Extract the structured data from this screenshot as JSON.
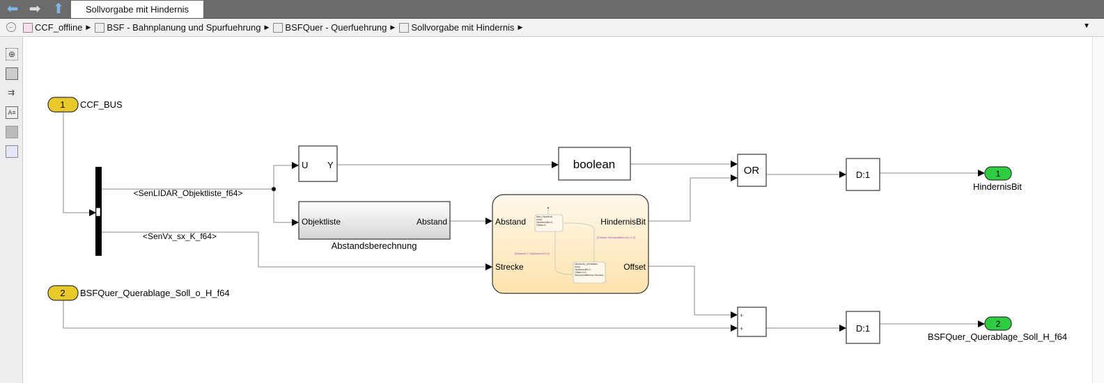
{
  "window": {
    "tab_title": "Sollvorgabe mit Hindernis"
  },
  "nav": {
    "back_icon": "arrow-left-icon",
    "forward_icon": "arrow-right-icon",
    "up_icon": "arrow-up-icon"
  },
  "breadcrumb": [
    {
      "label": "CCF_offline"
    },
    {
      "label": "BSF - Bahnplanung und Spurfuehrung"
    },
    {
      "label": "BSFQuer - Querfuehrung"
    },
    {
      "label": "Sollvorgabe mit Hindernis"
    }
  ],
  "toolbar": [
    "zoom-icon",
    "fit-to-view-icon",
    "signal-arrows-icon",
    "annotation-icon",
    "image-icon",
    "area-icon"
  ],
  "diagram": {
    "inport1": {
      "number": "1",
      "name": "CCF_BUS"
    },
    "inport2": {
      "number": "2",
      "name": "BSFQuer_Querablage_Soll_o_H_f64"
    },
    "signal1": "<SenLIDAR_Objektliste_f64>",
    "signal2": "<SenVx_sx_K_f64>",
    "uy_block": {
      "in": "U",
      "out": "Y"
    },
    "boolean_block": "boolean",
    "abstand_block": {
      "in": "Objektliste",
      "out": "Abstand",
      "name": "Abstandsberechnung"
    },
    "chart": {
      "in1": "Abstand",
      "in2": "Strecke",
      "out1": "HindernisBit",
      "out2": "Offset",
      "state1": [
        "kein_Hindernis",
        "entry:",
        "HindernisBit=0;",
        "Offset=0;"
      ],
      "state2": [
        "Hindernis_vermeiden",
        "entry:",
        "HindernisBit=1;",
        "Offset=0.6;",
        "Streckendifferenz=Strecke;"
      ],
      "transition1": "[(Abstand<1.7)&(Abstand>0.2)]",
      "transition2": "[(Strecke-Streckendifferenz)>=1.5]"
    },
    "or_block": "OR",
    "sum_block": {
      "sign1": "+",
      "sign2": "+"
    },
    "rate1": "D:1",
    "rate2": "D:1",
    "outport1": {
      "number": "1",
      "name": "HindernisBit"
    },
    "outport2": {
      "number": "2",
      "name": "BSFQuer_Querablage_Soll_H_f64"
    }
  },
  "colors": {
    "inport": "#e8c92a",
    "outport": "#2ecc40",
    "chart_bg": "#fdebc4"
  }
}
